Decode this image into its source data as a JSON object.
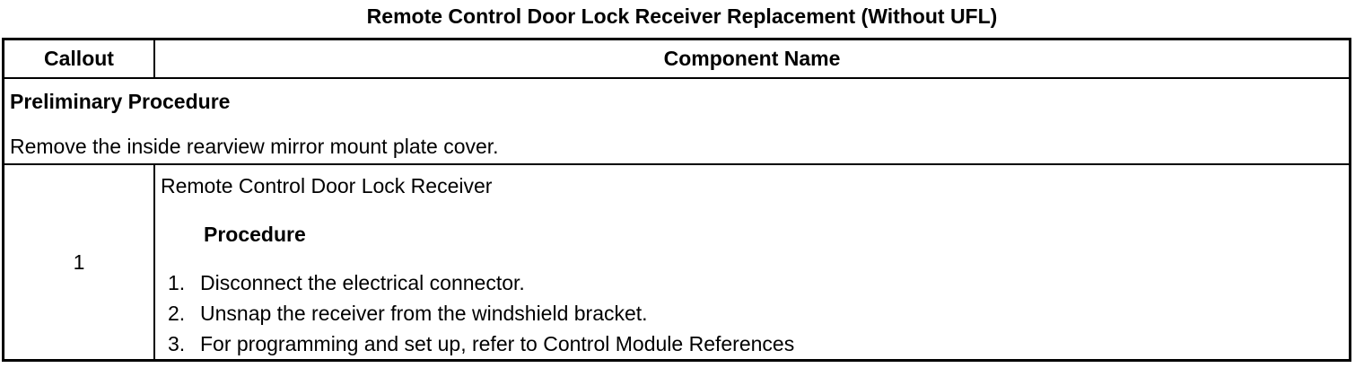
{
  "title": "Remote Control Door Lock Receiver Replacement (Without UFL)",
  "colors": {
    "text": "#000000",
    "border": "#000000",
    "background": "#ffffff"
  },
  "table": {
    "headers": {
      "callout": "Callout",
      "component": "Component Name"
    },
    "preliminary": {
      "heading": "Preliminary Procedure",
      "text": "Remove the inside rearview mirror mount plate cover."
    },
    "rows": [
      {
        "callout": "1",
        "component": "Remote Control Door Lock Receiver",
        "procedure_heading": "Procedure",
        "steps": [
          {
            "num": "1.",
            "text": "Disconnect the electrical connector."
          },
          {
            "num": "2.",
            "text": "Unsnap the receiver from the windshield bracket."
          },
          {
            "num": "3.",
            "text": "For programming and set up, refer to Control Module References"
          }
        ]
      }
    ]
  }
}
